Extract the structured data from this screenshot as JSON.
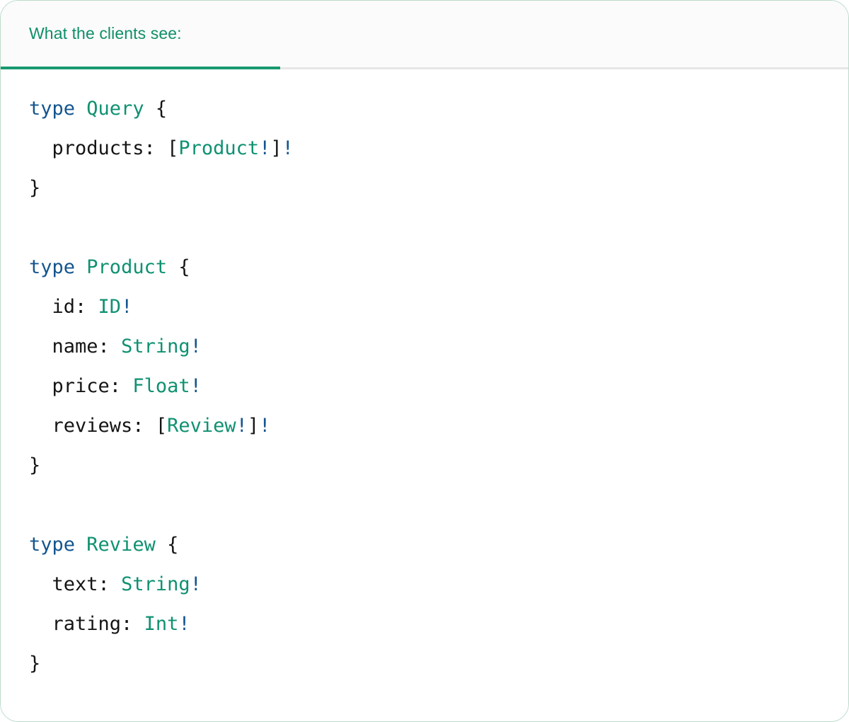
{
  "card": {
    "border_color": "#bcdccc",
    "background": "#ffffff"
  },
  "header": {
    "tab_label": "What the clients see:",
    "active_tab_underline_color": "#17996f",
    "inactive_underline_color": "#e6e6e6",
    "background": "#fbfbfb",
    "label_color": "#0f8f68"
  },
  "syntax_colors": {
    "keyword": "#14558f",
    "type_name": "#0f9171",
    "field_name": "#151515",
    "punctuation": "#151515",
    "non_null_bang": "#14558f"
  },
  "code": {
    "language": "graphql",
    "lines": [
      {
        "id": "l1",
        "tokens": [
          {
            "t": "type",
            "c": "kw"
          },
          {
            "t": " ",
            "c": "punc"
          },
          {
            "t": "Query",
            "c": "type"
          },
          {
            "t": " ",
            "c": "punc"
          },
          {
            "t": "{",
            "c": "punc"
          }
        ]
      },
      {
        "id": "l2",
        "tokens": [
          {
            "t": "  products:",
            "c": "name"
          },
          {
            "t": " ",
            "c": "punc"
          },
          {
            "t": "[",
            "c": "punc"
          },
          {
            "t": "Product",
            "c": "type"
          },
          {
            "t": "!",
            "c": "bang"
          },
          {
            "t": "]",
            "c": "punc"
          },
          {
            "t": "!",
            "c": "bang"
          }
        ]
      },
      {
        "id": "l3",
        "tokens": [
          {
            "t": "}",
            "c": "punc"
          }
        ]
      },
      {
        "id": "l4",
        "tokens": []
      },
      {
        "id": "l5",
        "tokens": [
          {
            "t": "type",
            "c": "kw"
          },
          {
            "t": " ",
            "c": "punc"
          },
          {
            "t": "Product",
            "c": "type"
          },
          {
            "t": " ",
            "c": "punc"
          },
          {
            "t": "{",
            "c": "punc"
          }
        ]
      },
      {
        "id": "l6",
        "tokens": [
          {
            "t": "  id:",
            "c": "name"
          },
          {
            "t": " ",
            "c": "punc"
          },
          {
            "t": "ID",
            "c": "type"
          },
          {
            "t": "!",
            "c": "bang"
          }
        ]
      },
      {
        "id": "l7",
        "tokens": [
          {
            "t": "  name:",
            "c": "name"
          },
          {
            "t": " ",
            "c": "punc"
          },
          {
            "t": "String",
            "c": "type"
          },
          {
            "t": "!",
            "c": "bang"
          }
        ]
      },
      {
        "id": "l8",
        "tokens": [
          {
            "t": "  price:",
            "c": "name"
          },
          {
            "t": " ",
            "c": "punc"
          },
          {
            "t": "Float",
            "c": "type"
          },
          {
            "t": "!",
            "c": "bang"
          }
        ]
      },
      {
        "id": "l9",
        "tokens": [
          {
            "t": "  reviews:",
            "c": "name"
          },
          {
            "t": " ",
            "c": "punc"
          },
          {
            "t": "[",
            "c": "punc"
          },
          {
            "t": "Review",
            "c": "type"
          },
          {
            "t": "!",
            "c": "bang"
          },
          {
            "t": "]",
            "c": "punc"
          },
          {
            "t": "!",
            "c": "bang"
          }
        ]
      },
      {
        "id": "l10",
        "tokens": [
          {
            "t": "}",
            "c": "punc"
          }
        ]
      },
      {
        "id": "l11",
        "tokens": []
      },
      {
        "id": "l12",
        "tokens": [
          {
            "t": "type",
            "c": "kw"
          },
          {
            "t": " ",
            "c": "punc"
          },
          {
            "t": "Review",
            "c": "type"
          },
          {
            "t": " ",
            "c": "punc"
          },
          {
            "t": "{",
            "c": "punc"
          }
        ]
      },
      {
        "id": "l13",
        "tokens": [
          {
            "t": "  text:",
            "c": "name"
          },
          {
            "t": " ",
            "c": "punc"
          },
          {
            "t": "String",
            "c": "type"
          },
          {
            "t": "!",
            "c": "bang"
          }
        ]
      },
      {
        "id": "l14",
        "tokens": [
          {
            "t": "  rating:",
            "c": "name"
          },
          {
            "t": " ",
            "c": "punc"
          },
          {
            "t": "Int",
            "c": "type"
          },
          {
            "t": "!",
            "c": "bang"
          }
        ]
      },
      {
        "id": "l15",
        "tokens": [
          {
            "t": "}",
            "c": "punc"
          }
        ]
      }
    ],
    "plain_text": "type Query {\n  products: [Product!]!\n}\n\ntype Product {\n  id: ID!\n  name: String!\n  price: Float!\n  reviews: [Review!]!\n}\n\ntype Review {\n  text: String!\n  rating: Int!\n}"
  }
}
